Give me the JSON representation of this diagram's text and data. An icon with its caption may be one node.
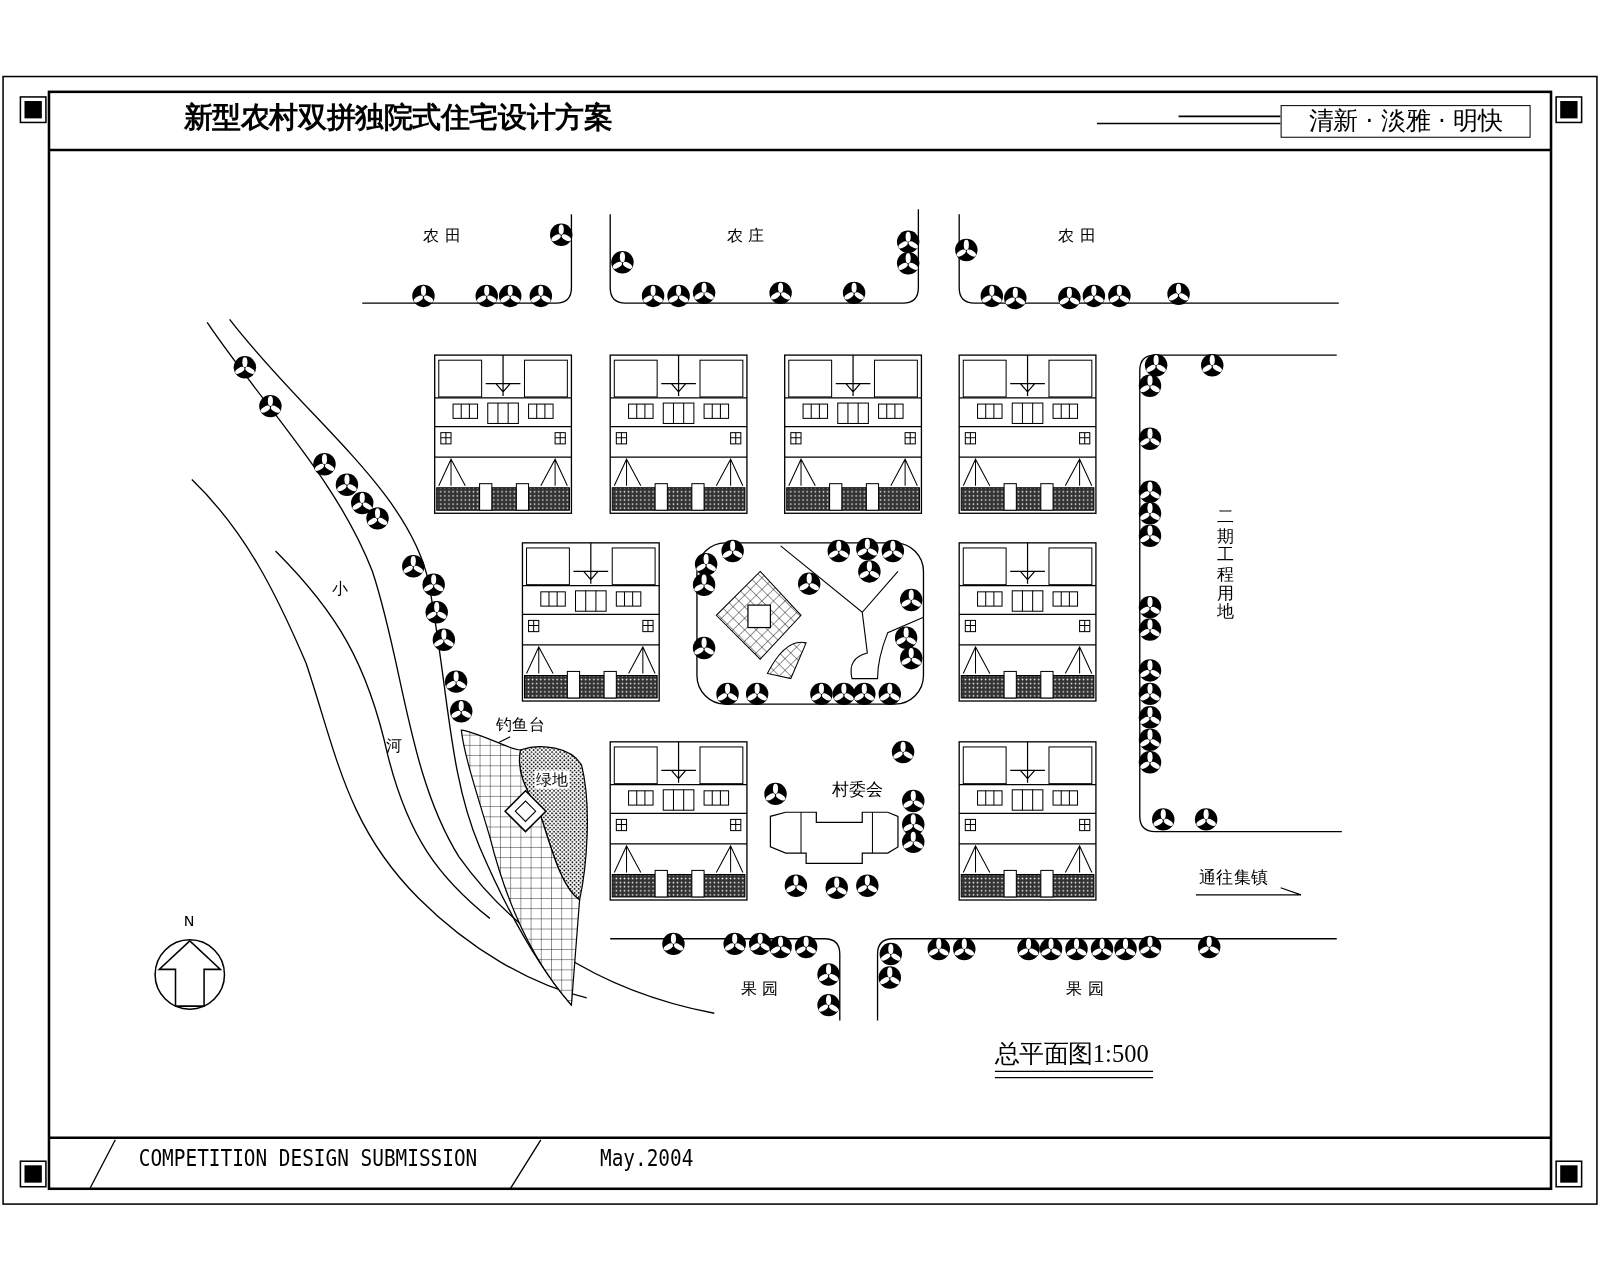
{
  "diagram": {
    "title": "新型农村双拼独院式住宅设计方案",
    "caption": "总平面图1:500",
    "nodes": [
      {
        "text": [
          "清新 · 淡雅 · 明快"
        ]
      },
      {
        "text": [
          "钓鱼台"
        ]
      },
      {
        "text": [],
        "shape": "box"
      }
    ],
    "edges": [
      {
        "from": 1,
        "to": 2,
        "arrow": "none"
      }
    ],
    "labels": [
      "农 田",
      "农 庄",
      "农 田",
      "二期工程用地",
      "小",
      "河",
      "绿地",
      "村委会",
      "通往集镇",
      "果 园",
      "果 园",
      "N",
      "COMPETITION DESIGN SUBMISSION",
      "May.2004"
    ]
  }
}
